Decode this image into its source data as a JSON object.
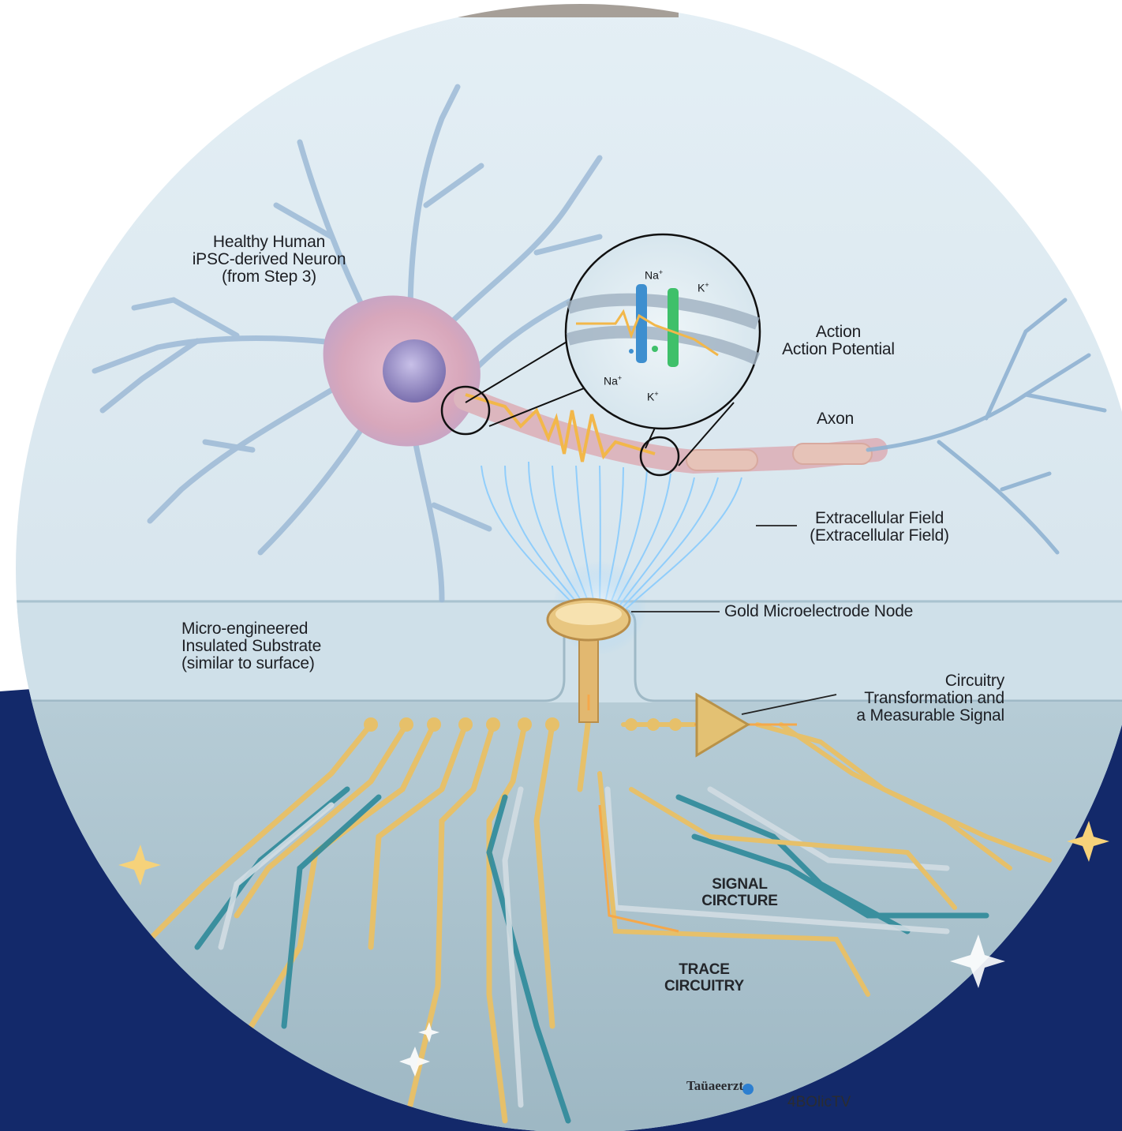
{
  "colors": {
    "navy_background": "#13296a",
    "panel_light": "#d5e4ec",
    "neuron_pink": "#d9a9bd",
    "dendrite_blue": "#8fb2d2",
    "gold_trace": "#e6c06a",
    "teal_trace": "#2e8a9a",
    "field_glow": "#7fc8ff"
  },
  "labels": {
    "neuron": [
      "Healthy Human",
      "iPSC-derived Neuron",
      "(from Step 3)"
    ],
    "action": [
      "Action",
      "Action Potential"
    ],
    "axon": "Axon",
    "field": [
      "Extracellular Field",
      "(Extracellular Field)"
    ],
    "substrate": [
      "Micro-engineered",
      "Insulated Substrate",
      "(similar to surface)"
    ],
    "electrode": "Gold Microelectrode Node",
    "circuitry": [
      "Circuitry",
      "Transformation and",
      "a Measurable Signal"
    ],
    "signal_circuit": [
      "SIGNAL",
      "CIRCTURE"
    ],
    "trace_circuitry": [
      "TRACE",
      "CIRCUITRY"
    ],
    "garbled_1": "Taüaeerzt",
    "garbled_2": "4BOlicTV"
  },
  "ions": {
    "na_top": "Na",
    "k_top": "K",
    "na_bottom": "Na",
    "k_bottom": "K",
    "charge": "+"
  },
  "icons": [
    "neuron-illustration",
    "ion-channel-inset",
    "microelectrode-icon",
    "amplifier-triangle-icon",
    "sparkle-icon"
  ]
}
